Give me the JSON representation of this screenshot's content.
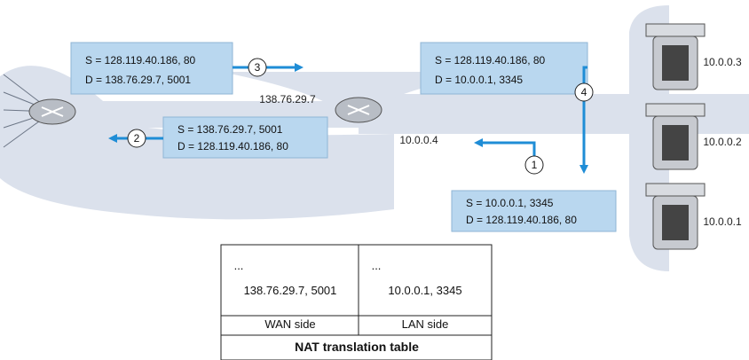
{
  "colors": {
    "packet_fill": "#b9d7ef",
    "arrow": "#1f8dd6",
    "network_cloud": "#dbe1ec",
    "router": "#b8bdc5"
  },
  "nat_router_wan_ip": "138.76.29.7",
  "nat_router_lan_ip": "10.0.0.4",
  "hosts": [
    {
      "ip": "10.0.0.1"
    },
    {
      "ip": "10.0.0.2"
    },
    {
      "ip": "10.0.0.3"
    }
  ],
  "packets": [
    {
      "step": "1",
      "dest": "D = 128.119.40.186, 80",
      "src": "S = 10.0.0.1, 3345"
    },
    {
      "step": "2",
      "dest": "D = 128.119.40.186, 80",
      "src": "S = 138.76.29.7, 5001"
    },
    {
      "step": "3",
      "dest": "D = 138.76.29.7, 5001",
      "src": "S = 128.119.40.186, 80"
    },
    {
      "step": "4",
      "dest": "D = 10.0.0.1, 3345",
      "src": "S = 128.119.40.186, 80"
    }
  ],
  "nat_table": {
    "title": "NAT translation table",
    "headers": [
      "WAN side",
      "LAN side"
    ],
    "rows": [
      [
        "138.76.29.7, 5001",
        "10.0.0.1, 3345"
      ],
      [
        "...",
        "..."
      ]
    ]
  }
}
